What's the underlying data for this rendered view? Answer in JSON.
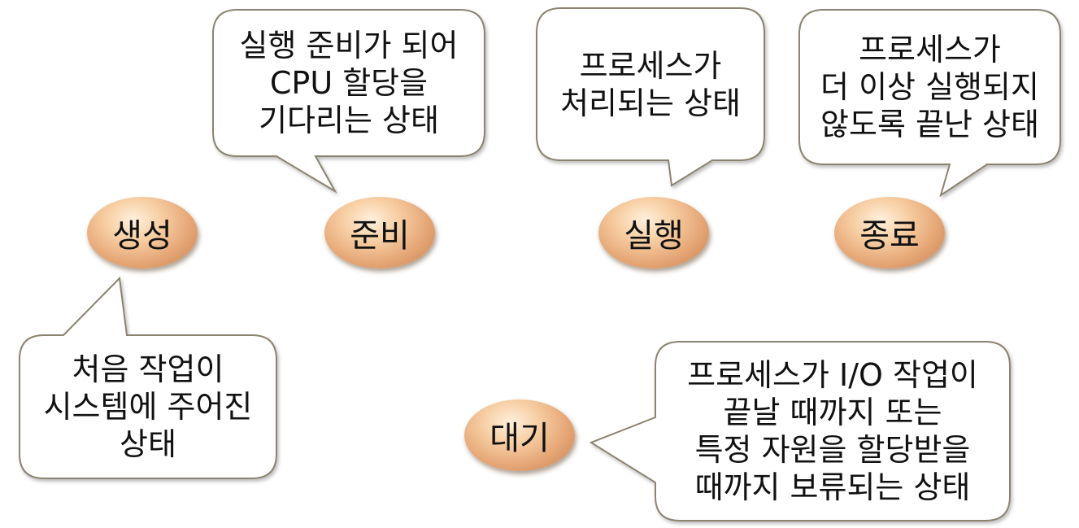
{
  "states": {
    "create": "생성",
    "ready": "준비",
    "running": "실행",
    "terminated": "종료",
    "waiting": "대기"
  },
  "descriptions": {
    "ready": [
      "실행 준비가 되어",
      "CPU 할당을",
      "기다리는 상태"
    ],
    "running": [
      "프로세스가",
      "처리되는 상태"
    ],
    "terminated": [
      "프로세스가",
      "더 이상 실행되지",
      "않도록 끝난 상태"
    ],
    "create": [
      "처음 작업이",
      "시스템에 주어진",
      "상태"
    ],
    "waiting": [
      "프로세스가 I/O 작업이",
      "끝날 때까지 또는",
      "특정 자원을 할당받을",
      "때까지 보류되는 상태"
    ]
  }
}
